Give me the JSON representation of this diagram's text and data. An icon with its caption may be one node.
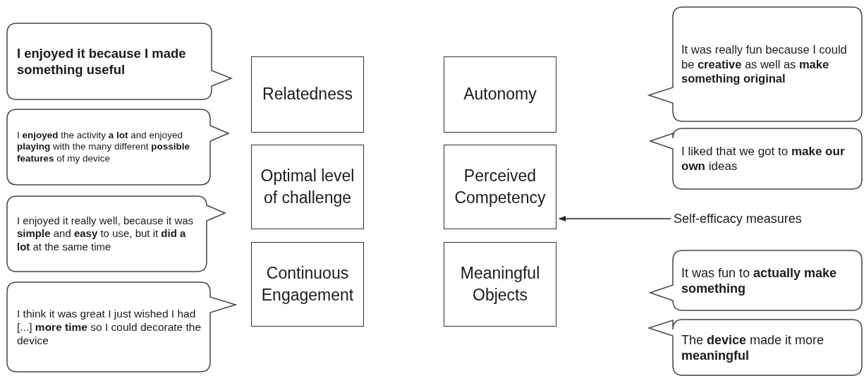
{
  "diagram": {
    "nodes": [
      {
        "text": [
          "I enjoyed it because I made something useful"
        ]
      },
      {
        "text": [
          "I **enjoyed** the activity **a lot** and enjoyed **playing** with the many different **possible features** of my device"
        ]
      },
      {
        "text": [
          "I enjoyed it really well, because it was **simple** and **easy** to use, but it **did a lot** at the same time"
        ]
      },
      {
        "text": [
          "I think it was great I just wished I had [...] **more time** so I could decorate the device"
        ]
      },
      {
        "text": [
          "Relatedness"
        ]
      },
      {
        "text": [
          "Autonomy"
        ]
      },
      {
        "text": [
          "Optimal level of challenge"
        ]
      },
      {
        "text": [
          "Perceived Competency"
        ]
      },
      {
        "text": [
          "Continuous Engagement"
        ]
      },
      {
        "text": [
          "Meaningful Objects"
        ]
      },
      {
        "text": [
          "It was really fun because I could be **creative** as well as **make something original**"
        ]
      },
      {
        "text": [
          "I liked that we got to **make our own** ideas"
        ]
      },
      {
        "text": [
          "It was fun to **actually make something**"
        ]
      },
      {
        "text": [
          "The **device** made it more **meaningful**"
        ]
      },
      {
        "text": [
          "Self-efficacy measures"
        ]
      }
    ],
    "edges": [
      {
        "from": 14,
        "to": 7,
        "arrow": "to"
      }
    ]
  }
}
